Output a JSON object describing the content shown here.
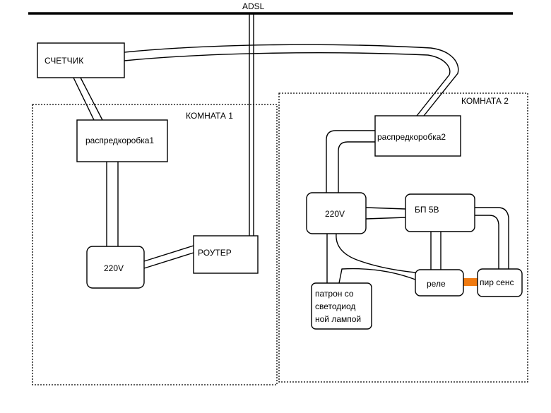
{
  "labels": {
    "adsl": "ADSL",
    "meter": "СЧЕТЧИК",
    "room1": "КОМНАТА 1",
    "room2": "КОМНАТА 2",
    "junction1": "распредкоробка1",
    "junction2": "распредкоробка2",
    "socket1": "220V",
    "socket2": "220V",
    "router": "РОУТЕР",
    "psu": "БП 5В",
    "relay": "реле",
    "pir": "пир сенс",
    "lamp_line1": "патрон со",
    "lamp_line2": "светодиод",
    "lamp_line3": "ной лампой"
  },
  "colors": {
    "line": "#000000",
    "relay_link": "#f07a10",
    "background": "#ffffff"
  }
}
